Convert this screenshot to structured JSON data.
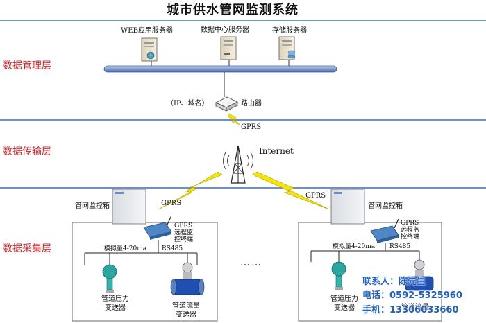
{
  "title": "城市供水管网监测系统",
  "layers": {
    "management": "数据管理层",
    "transport": "数据传输层",
    "collection": "数据采集层"
  },
  "servers": {
    "web": "WEB应用服务器",
    "data_center": "数据中心服务器",
    "storage": "存储服务器"
  },
  "router": {
    "note": "（IP、域名）",
    "label": "路由器"
  },
  "network": {
    "gprs_top": "GPRS",
    "internet": "Internet",
    "gprs_left": "GPRS",
    "gprs_right": "GPRS"
  },
  "site_left": {
    "cabinet": "管网监控箱",
    "terminal": "GPRS\n远程监\n控终端",
    "analog": "模拟量4-20ma",
    "rs485": "RS485",
    "pressure": "管道压力\n变送器",
    "flow": "管道流量\n变送器"
  },
  "site_right": {
    "cabinet": "管网监控箱",
    "terminal": "GPRS\n远程监\n控终端",
    "analog": "模拟量4-20ma",
    "rs485": "RS485",
    "pressure": "管道压力\n变送器",
    "flow": "管道流量"
  },
  "ellipsis": "……",
  "contact": {
    "person": "联系人：陈先生",
    "phone": "电话：0592-5325960",
    "mobile": "手机：13306033660"
  },
  "colors": {
    "layer_text": "#d9262b",
    "divider": "#3f6fb0",
    "bus": "#6f8fc8",
    "lightning": "#f2e60a",
    "contact_text": "#2060c0"
  }
}
